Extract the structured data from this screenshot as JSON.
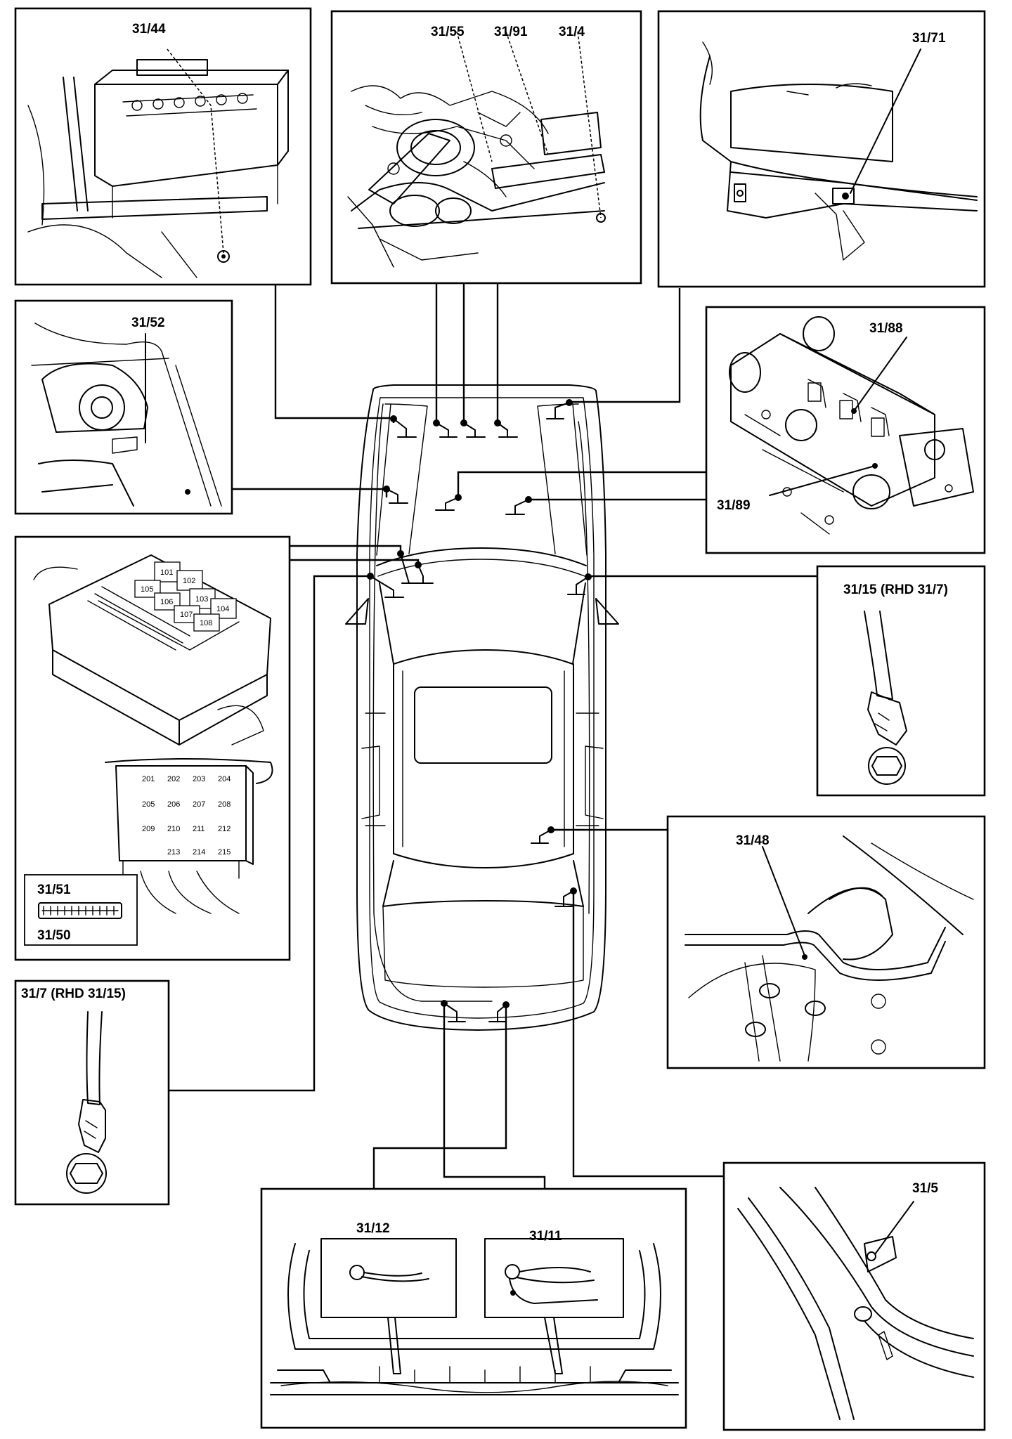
{
  "diagram_title": "",
  "labels": {
    "battery_ground": "31/44",
    "engine_ground_a": "31/55",
    "engine_ground_b": "31/91",
    "engine_ground_c": "31/4",
    "right_front_ground": "31/71",
    "left_strut_ground": "31/52",
    "cyl_head_top": "31/88",
    "cyl_head_bottom": "31/89",
    "right_a_pillar": "31/15 (RHD 31/7)",
    "left_a_pillar": "31/7 (RHD 31/15)",
    "relay_box_51": "31/51",
    "relay_box_50": "31/50",
    "rear_right_wheelhouse": "31/48",
    "tailgate_left": "31/12",
    "tailgate_right": "31/11",
    "c_pillar": "31/5"
  },
  "fuse_box_upper": [
    "101",
    "102",
    "103",
    "104",
    "105",
    "106",
    "107",
    "108"
  ],
  "fuse_box_lower": [
    "201",
    "202",
    "203",
    "204",
    "205",
    "206",
    "207",
    "208",
    "209",
    "210",
    "211",
    "212",
    "213",
    "214",
    "215"
  ]
}
